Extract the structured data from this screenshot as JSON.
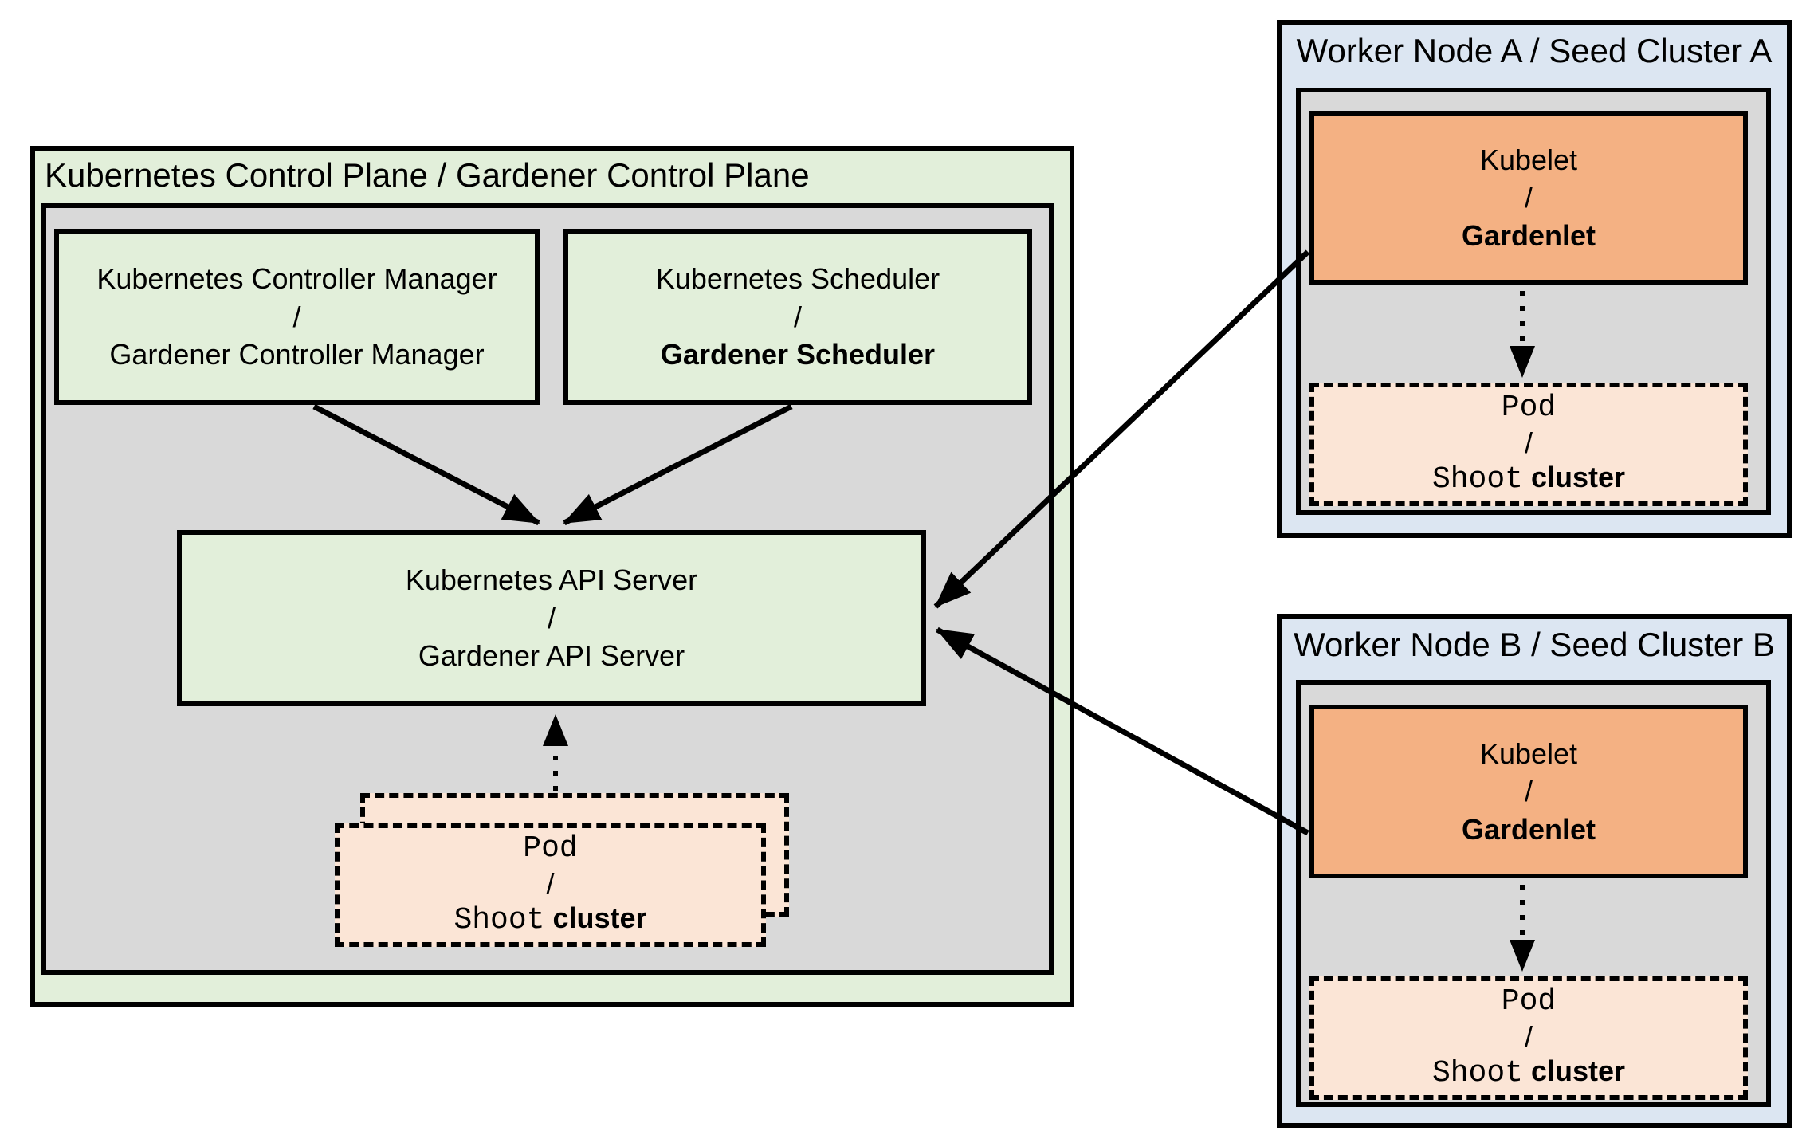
{
  "diagram": {
    "control_plane": {
      "title": "Kubernetes Control Plane / Gardener Control Plane",
      "controller_manager": {
        "top": "Kubernetes Controller Manager",
        "slash": "/",
        "bottom": "Gardener Controller Manager"
      },
      "scheduler": {
        "top": "Kubernetes Scheduler",
        "slash": "/",
        "bottom": "Gardener Scheduler"
      },
      "api_server": {
        "top": "Kubernetes API Server",
        "slash": "/",
        "bottom": "Gardener API Server"
      },
      "pod": {
        "top": "Pod",
        "slash": "/",
        "bottom_mono": "Shoot",
        "bottom_plain": "cluster"
      }
    },
    "workers": [
      {
        "title": "Worker Node A / Seed Cluster A",
        "kubelet": {
          "top": "Kubelet",
          "slash": "/",
          "bottom": "Gardenlet"
        },
        "pod": {
          "top": "Pod",
          "slash": "/",
          "bottom_mono": "Shoot",
          "bottom_plain": "cluster"
        }
      },
      {
        "title": "Worker Node B / Seed Cluster B",
        "kubelet": {
          "top": "Kubelet",
          "slash": "/",
          "bottom": "Gardenlet"
        },
        "pod": {
          "top": "Pod",
          "slash": "/",
          "bottom_mono": "Shoot",
          "bottom_plain": "cluster"
        }
      }
    ],
    "colors": {
      "green_fill": "#e2efda",
      "gray_fill": "#d9d9d9",
      "blue_fill": "#dce6f2",
      "orange_fill": "#f4b183",
      "peach_fill": "#fbe5d6",
      "line": "#000000"
    }
  }
}
